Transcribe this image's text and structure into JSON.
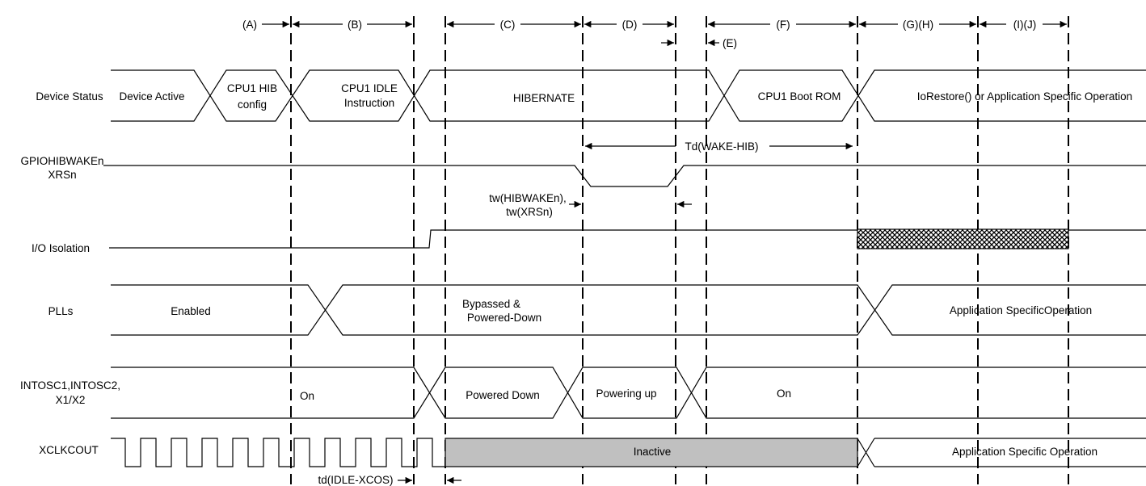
{
  "colors": {
    "line": "#000000",
    "inactive_fill": "#c0c0c0",
    "background": "#ffffff"
  },
  "phases": [
    "(A)",
    "(B)",
    "(C)",
    "(D)",
    "(E)",
    "(F)",
    "(G)(H)",
    "(I)(J)"
  ],
  "signals": {
    "device_status": {
      "label": "Device Status",
      "states": [
        "Device Active",
        "CPU1 HIB",
        "config",
        "CPU1 IDLE",
        "Instruction",
        "HIBERNATE",
        "CPU1 Boot ROM",
        "IoRestore() or Application Specific Operation"
      ]
    },
    "gpio": {
      "label_line1": "GPIOHIBWAKEn",
      "label_line2": "XRSn"
    },
    "io_isolation": {
      "label": "I/O Isolation"
    },
    "plls": {
      "label": "PLLs",
      "states": [
        "Enabled",
        "Bypassed &",
        "Powered-Down",
        "Application SpecificOperation"
      ]
    },
    "intosc": {
      "label_line1": "INTOSC1,INTOSC2,",
      "label_line2": "X1/X2",
      "states": [
        "On",
        "Powered Down",
        "Powering up",
        "On"
      ]
    },
    "xclkcout": {
      "label": "XCLKCOUT",
      "states": [
        "Inactive",
        "Application Specific Operation"
      ]
    }
  },
  "timings": {
    "td_wake_hib": "Td(WAKE-HIB)",
    "tw_hibwaken": "tw(HIBWAKEn),",
    "tw_xrsn": "tw(XRSn)",
    "td_idle_xcos": "td(IDLE-XCOS)"
  }
}
